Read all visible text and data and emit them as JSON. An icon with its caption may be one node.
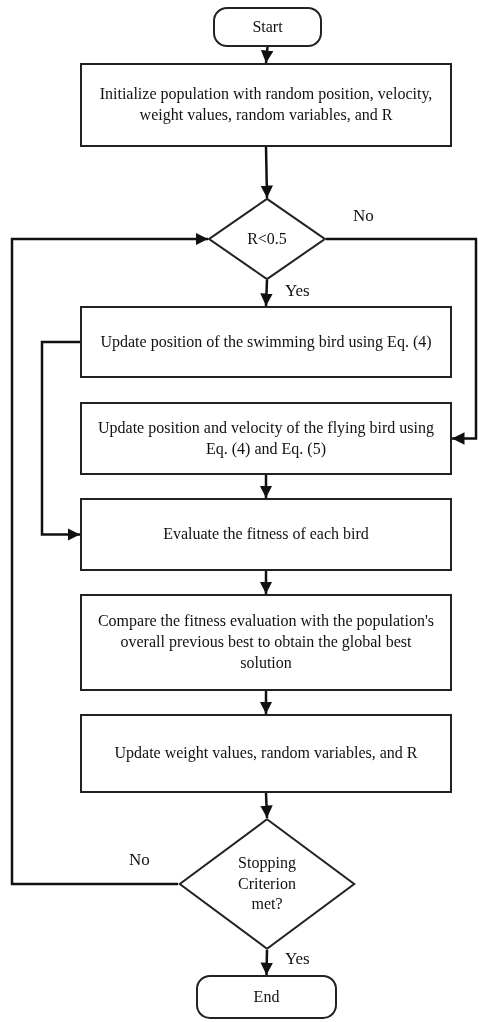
{
  "diagram": {
    "nodes": [
      {
        "text": [
          "Start"
        ]
      },
      {
        "text": [
          "Initialize population with random position, velocity, weight values, random variables, and R"
        ]
      },
      {
        "text": [
          "R<0.5"
        ]
      },
      {
        "text": [
          "Update position of the swimming bird using Eq. (4)"
        ]
      },
      {
        "text": [
          "Update position and velocity of the flying bird using Eq. (4) and Eq. (5)"
        ]
      },
      {
        "text": [
          "Evaluate the fitness of each bird"
        ]
      },
      {
        "text": [
          "Compare the fitness evaluation with the population's overall previous best to obtain the global best solution"
        ]
      },
      {
        "text": [
          "Update weight values, random variables, and R"
        ]
      },
      {
        "text": [
          "Stopping Criterion met?"
        ]
      },
      {
        "text": [
          "End"
        ]
      }
    ],
    "edges": [
      {
        "from": 0,
        "to": 1,
        "arrow": "to"
      },
      {
        "from": 1,
        "to": 2,
        "arrow": "to"
      },
      {
        "from": 2,
        "to": 3,
        "arrow": "to",
        "label": "Yes"
      },
      {
        "from": 2,
        "to": 4,
        "arrow": "to",
        "label": "No"
      },
      {
        "from": 3,
        "to": 5,
        "arrow": "to"
      },
      {
        "from": 4,
        "to": 5,
        "arrow": "to"
      },
      {
        "from": 5,
        "to": 6,
        "arrow": "to"
      },
      {
        "from": 6,
        "to": 7,
        "arrow": "to"
      },
      {
        "from": 7,
        "to": 8,
        "arrow": "to"
      },
      {
        "from": 8,
        "to": 2,
        "arrow": "to",
        "label": "No"
      },
      {
        "from": 8,
        "to": 9,
        "arrow": "to",
        "label": "Yes"
      }
    ]
  }
}
